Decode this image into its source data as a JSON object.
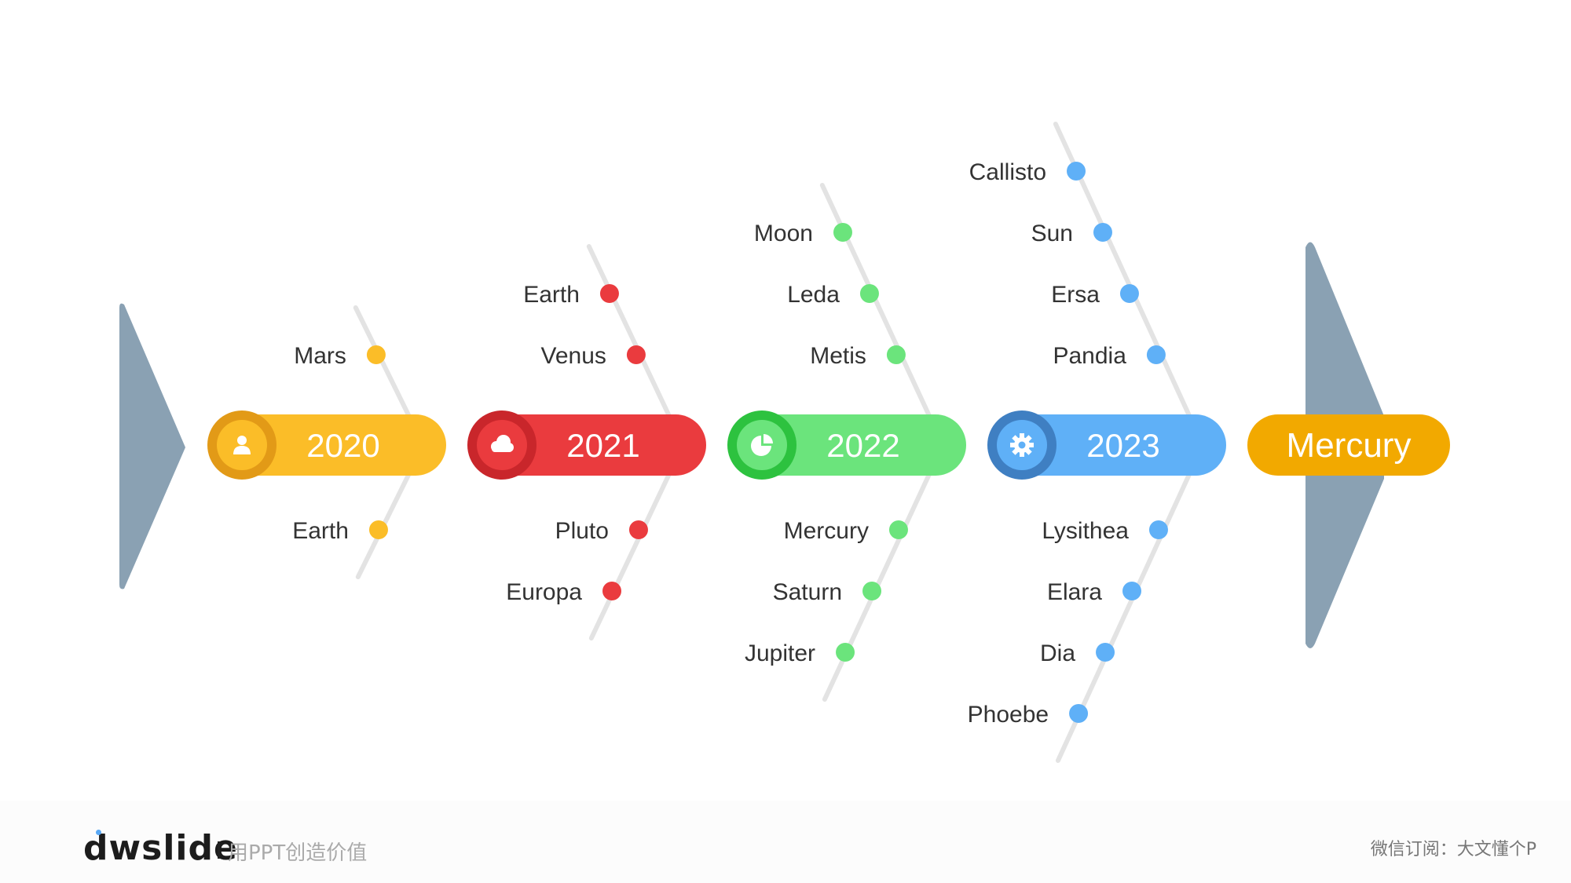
{
  "diagram": {
    "head_label": "Mercury",
    "colors": {
      "tail": "#8aa1b3",
      "spine": "#e3e3e3",
      "text": "#333333",
      "head_pill": "#f2a900",
      "head_text": "#ffffff"
    },
    "sections": [
      {
        "year": "2020",
        "icon": "user-icon",
        "color": "#fbbd28",
        "ring": "#e29a17",
        "top_items": [
          "Mars"
        ],
        "bottom_items": [
          "Earth"
        ]
      },
      {
        "year": "2021",
        "icon": "cloud-icon",
        "color": "#ea3b3e",
        "ring": "#c9262b",
        "top_items": [
          "Earth",
          "Venus"
        ],
        "bottom_items": [
          "Pluto",
          "Europa"
        ]
      },
      {
        "year": "2022",
        "icon": "pie-chart-icon",
        "color": "#6be47c",
        "ring": "#2dc23f",
        "top_items": [
          "Moon",
          "Leda",
          "Metis"
        ],
        "bottom_items": [
          "Mercury",
          "Saturn",
          "Jupiter"
        ]
      },
      {
        "year": "2023",
        "icon": "gear-icon",
        "color": "#5fb0f7",
        "ring": "#3f7fc2",
        "top_items": [
          "Callisto",
          "Sun",
          "Ersa",
          "Pandia"
        ],
        "bottom_items": [
          "Lysithea",
          "Elara",
          "Dia",
          "Phoebe"
        ]
      }
    ]
  },
  "footer": {
    "brand": "dwslide",
    "slogan": "用PPT创造价值",
    "credit": "微信订阅：大文懂个P"
  }
}
